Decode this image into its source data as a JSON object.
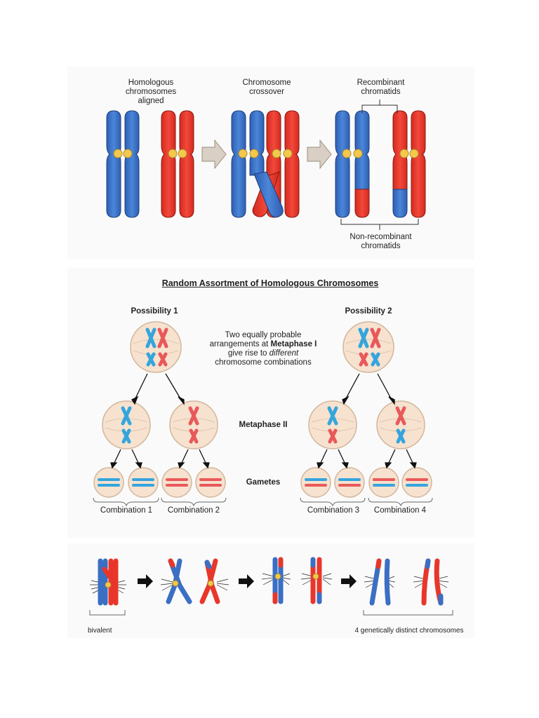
{
  "panel1": {
    "step1_label": [
      "Homologous",
      "chromosomes",
      "aligned"
    ],
    "step2_label": [
      "Chromosome",
      "crossover"
    ],
    "step3_label": [
      "Recombinant",
      "chromatids"
    ],
    "bottom_label": [
      "Non-recombinant",
      "chromatids"
    ]
  },
  "panel2": {
    "title": "Random Assortment of Homologous Chromosomes",
    "possibility1": "Possibility 1",
    "possibility2": "Possibility 2",
    "center_text": {
      "line1": "Two equally probable",
      "line2_prefix": "arrangements at ",
      "line2_bold": "Metaphase I",
      "line3_prefix": "give rise to ",
      "line3_italic": "different",
      "line4": "chromosome combinations"
    },
    "metaphase2": "Metaphase II",
    "gametes": "Gametes",
    "combinations": [
      "Combination 1",
      "Combination 2",
      "Combination 3",
      "Combination 4"
    ]
  },
  "panel3": {
    "bivalent": "bivalent",
    "distinct": "4 genetically distinct chromosomes"
  },
  "colors": {
    "blue": "#3a6fc4",
    "red": "#e8372a",
    "light_blue": "#35a5dd",
    "light_red": "#e9595a",
    "cell_fill": "#f6e2cf",
    "cell_stroke": "#d2b69c",
    "centromere": "#f2c94c",
    "arrow_fill": "#d9cfc4"
  }
}
